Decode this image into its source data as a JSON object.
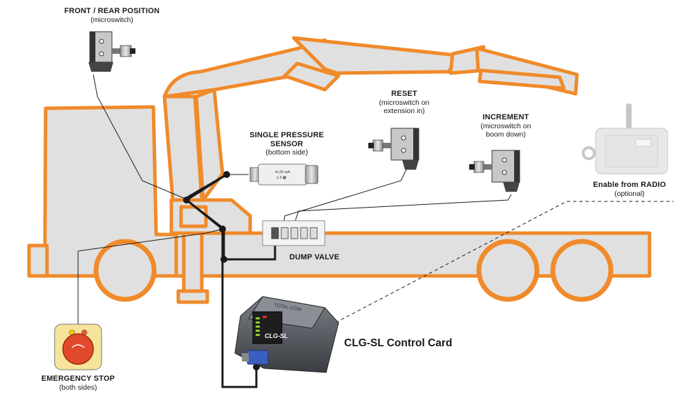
{
  "labels": {
    "front_rear": {
      "title": "FRONT / REAR POSITION",
      "sub": "(microswitch)"
    },
    "pressure": {
      "title_line1": "SINGLE PRESSURE",
      "title_line2": "SENSOR",
      "sub": "(bottom side)"
    },
    "reset": {
      "title": "RESET",
      "sub_line1": "(microswitch on",
      "sub_line2": "extension in)"
    },
    "increment": {
      "title": "INCREMENT",
      "sub_line1": "(microswitch on",
      "sub_line2": "boom down)"
    },
    "radio": {
      "title": "Enable from RADIO",
      "sub": "(optional)"
    },
    "dump_valve": {
      "title": "DUMP VALVE"
    },
    "emergency": {
      "title": "EMERGENCY STOP",
      "sub": "(both sides)"
    },
    "control_card": {
      "title": "CLG-SL Control Card"
    }
  },
  "device_text": {
    "sensor_line1": "4÷20 mA",
    "sensor_line2": "≤ 3 ▩",
    "card_logo": "CLG-SL",
    "card_brand": "TOTAL-COM"
  },
  "colors": {
    "outline": "#f08a2a",
    "fill": "#e0e0e0",
    "wire": "#1a1a1a",
    "estop_button": "#e04a2a",
    "estop_base": "#f6e49a"
  }
}
